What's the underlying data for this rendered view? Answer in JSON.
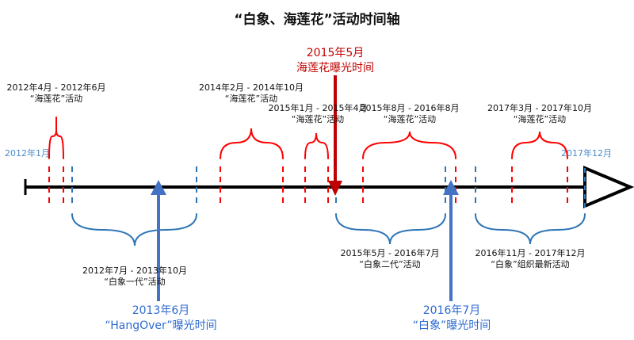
{
  "title": "“白象、海莲花”活动时间轴",
  "axis": {
    "start_label": "2012年1月",
    "end_label": "2017年12月"
  },
  "lotus_periods": [
    {
      "range": "2012年4月 - 2012年6月",
      "name": "“海莲花”活动"
    },
    {
      "range": "2014年2月 - 2014年10月",
      "name": "“海莲花”活动"
    },
    {
      "range": "2015年1月 - 2015年4月",
      "name": "“海莲花”活动"
    },
    {
      "range": "2015年8月 - 2016年8月",
      "name": "“海莲花”活动"
    },
    {
      "range": "2017年3月 - 2017年10月",
      "name": "“海莲花”活动"
    }
  ],
  "elephant_periods": [
    {
      "range": "2012年7月 - 2013年10月",
      "name": "“白象一代”活动"
    },
    {
      "range": "2015年5月 - 2016年7月",
      "name": "“白象二代”活动"
    },
    {
      "range": "2016年11月 - 2017年12月",
      "name": "“白象”组织最新活动"
    }
  ],
  "exposures": [
    {
      "date": "2015年5月",
      "text": "海莲花曝光时间",
      "color": "#c00000"
    },
    {
      "date": "2013年6月",
      "text": "“HangOver”曝光时间",
      "color": "#4472c4"
    },
    {
      "date": "2016年7月",
      "text": "“白象”曝光时间",
      "color": "#4472c4"
    }
  ],
  "colors": {
    "lotus": "#ff0000",
    "elephant": "#2e75b6",
    "axis": "#000000"
  }
}
